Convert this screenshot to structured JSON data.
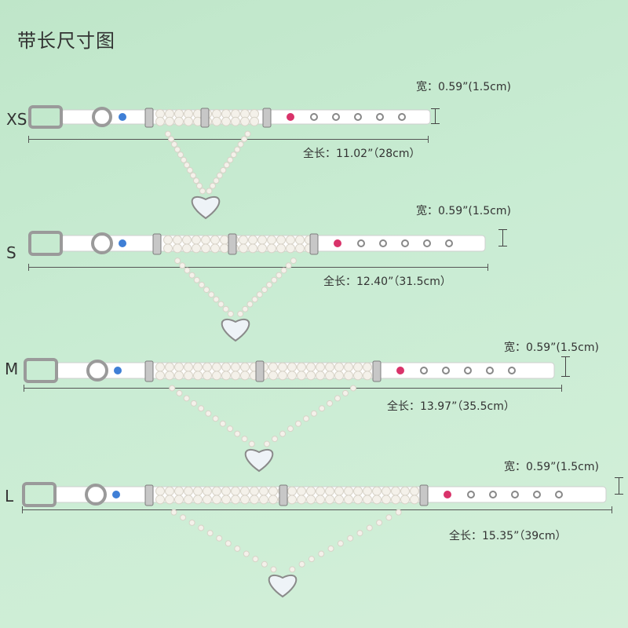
{
  "title": "带长尺寸图",
  "sizes": [
    {
      "label": "XS",
      "width": "宽：0.59”(1.5cm)",
      "length": "全长：11.02”（28cm）"
    },
    {
      "label": "S",
      "width": "宽：0.59”(1.5cm)",
      "length": "全长：12.40”（31.5cm）"
    },
    {
      "label": "M",
      "width": "宽：0.59”(1.5cm)",
      "length": "全长：13.97”（35.5cm）"
    },
    {
      "label": "L",
      "width": "宽：0.59”(1.5cm)",
      "length": "全长：15.35”（39cm）"
    }
  ],
  "colors": {
    "strap": "#ffffff",
    "pearl": "#f4f1ea",
    "metal": "#9a9a9a",
    "blue_gem": "#3f7fd6",
    "pink_gem": "#d9336a"
  }
}
